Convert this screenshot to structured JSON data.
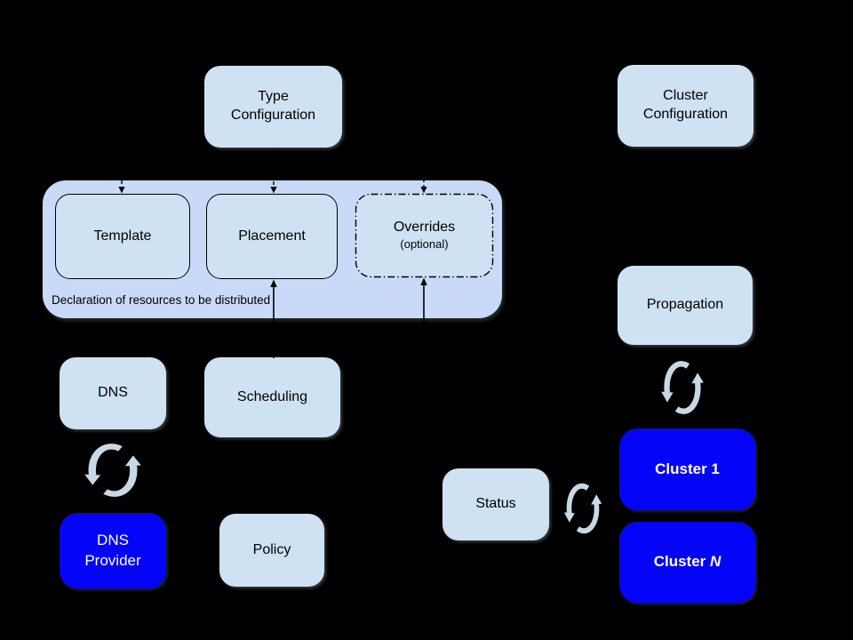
{
  "canvas": {
    "background": "#000000"
  },
  "palette": {
    "node_fill": "#cfe2f3",
    "group_fill": "#c9daf8",
    "highlight_fill": "#0404f8",
    "text_dark": "#000000",
    "text_light": "#ffffff",
    "sync_arrow_color": "#c9d8e5",
    "connector_color": "#000000"
  },
  "nodes": {
    "type_config": {
      "line1": "Type",
      "line2": "Configuration"
    },
    "cluster_config": {
      "line1": "Cluster",
      "line2": "Configuration"
    },
    "template": {
      "label": "Template"
    },
    "placement": {
      "label": "Placement"
    },
    "overrides": {
      "label": "Overrides",
      "sublabel": "(optional)"
    },
    "dns": {
      "label": "DNS"
    },
    "scheduling": {
      "label": "Scheduling"
    },
    "dns_provider": {
      "line1": "DNS",
      "line2": "Provider"
    },
    "policy": {
      "label": "Policy"
    },
    "status": {
      "label": "Status"
    },
    "propagation": {
      "label": "Propagation"
    },
    "cluster_1": {
      "label": "Cluster 1"
    },
    "cluster_n": {
      "prefix": "Cluster ",
      "emphasis": "N"
    }
  },
  "group": {
    "caption": "Declaration of resources to be distributed"
  },
  "connectors": [
    {
      "target": "template",
      "direction": "into-top",
      "style": "dashed"
    },
    {
      "target": "placement",
      "direction": "into-top",
      "style": "dashed"
    },
    {
      "target": "overrides",
      "direction": "into-top",
      "style": "dashed"
    },
    {
      "target": "placement",
      "direction": "into-bottom",
      "style": "solid"
    },
    {
      "target": "overrides",
      "direction": "into-bottom",
      "style": "solid"
    }
  ],
  "icons": {
    "sync": "circular-refresh-arrows",
    "instances": [
      "dns-to-dns-provider",
      "propagation-to-cluster-1",
      "status-to-cluster-1"
    ]
  }
}
